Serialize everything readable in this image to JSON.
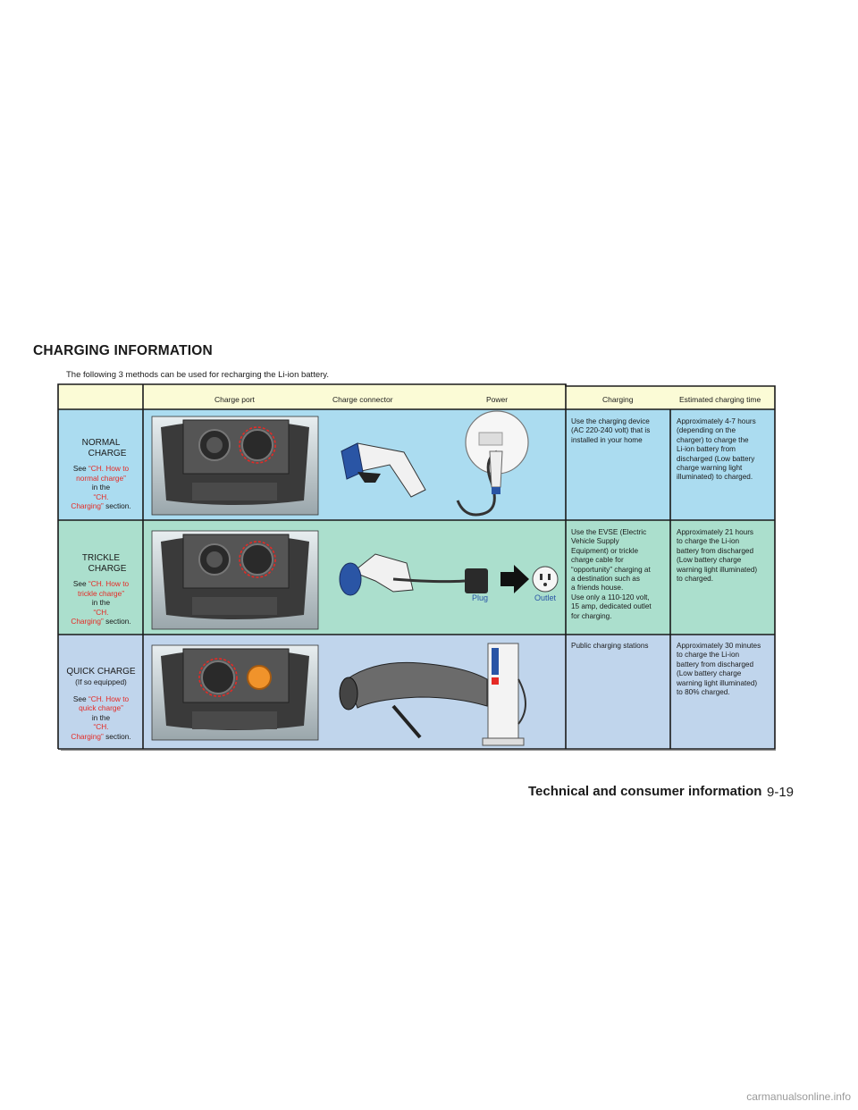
{
  "section_title": "CHARGING INFORMATION",
  "intro": "The following 3 methods can be used for recharging the Li-ion battery.",
  "table": {
    "headers": {
      "charge_port": "Charge port",
      "charge_connector": "Charge connector",
      "power": "Power",
      "charging": "Charging",
      "estimated_time": "Estimated charging time"
    },
    "rows": [
      {
        "name_line1": "NORMAL",
        "name_line2": "CHARGE",
        "see": "See",
        "ref1a": "“CH. How to",
        "ref1b": "normal charge”",
        "in_the": "in the",
        "ref2a": "“CH.",
        "ref2b": "Charging”",
        "section": "section.",
        "charging": [
          "Use the charging device",
          "(AC 220-240 volt) that is",
          "installed in your home"
        ],
        "time": [
          "Approximately 4-7 hours",
          "(depending on the",
          "charger) to charge the",
          "Li-ion battery from",
          "discharged (Low battery",
          "charge warning light",
          "illuminated) to charged."
        ]
      },
      {
        "name_line1": "TRICKLE",
        "name_line2": "CHARGE",
        "see": "See",
        "ref1a": "“CH. How to",
        "ref1b": "trickle charge”",
        "in_the": "in the",
        "ref2a": "“CH.",
        "ref2b": "Charging”",
        "section": "section.",
        "plug_label": "Plug",
        "outlet_label": "Outlet",
        "charging": [
          "Use the EVSE (Electric",
          "Vehicle Supply",
          "Equipment)  or trickle",
          "charge cable for",
          "“opportunity” charging at",
          "a destination such as",
          "a friends house.",
          "Use only a 110-120 volt,",
          "15 amp, dedicated outlet",
          "for charging."
        ],
        "time": [
          "Approximately 21 hours",
          "to charge the Li-ion",
          "battery from discharged",
          "(Low battery charge",
          "warning light illuminated)",
          "to charged."
        ]
      },
      {
        "name_line1": "QUICK CHARGE",
        "name_line2": "(If so equipped)",
        "see": "See",
        "ref1a": "“CH. How to",
        "ref1b": "quick charge”",
        "in_the": "in the",
        "ref2a": "“CH.",
        "ref2b": "Charging”",
        "section": "section.",
        "charging": [
          "Public charging stations"
        ],
        "time": [
          "Approximately 30 minutes",
          "to charge the Li-ion",
          "battery from discharged",
          "(Low battery charge",
          "warning light illuminated)",
          "to 80% charged."
        ]
      }
    ]
  },
  "footer": {
    "title": "Technical and consumer information",
    "page": "9-19"
  },
  "watermark": "carmanualsonline.info",
  "colors": {
    "header_bg": "#fbfbd6",
    "normal_bg": "#abdcf0",
    "trickle_bg": "#abdfcd",
    "quick_bg": "#c0d5ec",
    "reference_red": "#e52a25",
    "plug_blue": "#2a55a5"
  }
}
